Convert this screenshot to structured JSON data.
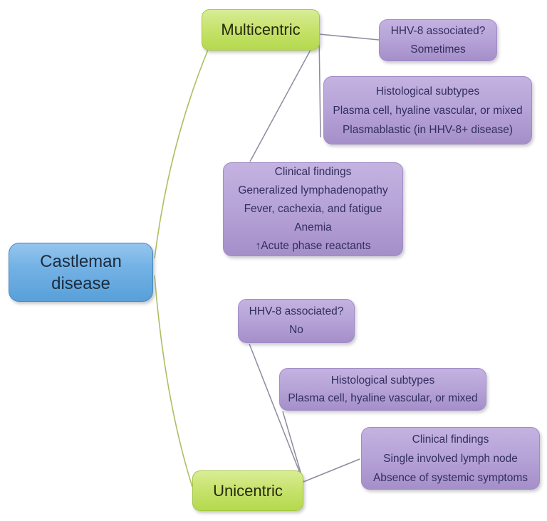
{
  "diagram": {
    "root_label": "Castleman disease",
    "multicentric": {
      "label": "Multicentric",
      "hhv8": "HHV-8 associated?\nSometimes",
      "histology": "Histological subtypes\nPlasma cell, hyaline vascular, or mixed\nPlasmablastic (in HHV-8+ disease)",
      "clinical": "Clinical findings\nGeneralized lymphadenopathy\nFever, cachexia, and fatigue\nAnemia\n↑Acute phase reactants"
    },
    "unicentric": {
      "label": "Unicentric",
      "hhv8": "HHV-8 associated?\nNo",
      "histology": "Histological subtypes\nPlasma cell, hyaline vascular, or mixed",
      "clinical": "Clinical findings\nSingle involved lymph node\nAbsence of systemic symptoms"
    }
  },
  "colors": {
    "root_fill": "#6fb0e3",
    "root_border": "#4585c2",
    "branch_fill": "#c8e36e",
    "branch_border": "#a4c744",
    "detail_fill": "#b7a4d8",
    "detail_border": "#a18bc6",
    "detail_text": "#322e5e",
    "branch_line": "#acbf62",
    "detail_line": "#8f8aa0"
  }
}
